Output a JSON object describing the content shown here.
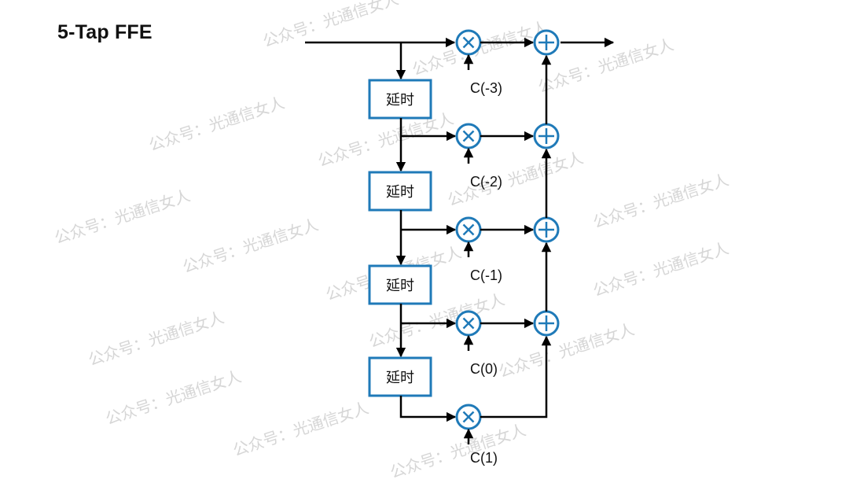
{
  "title": "5-Tap FFE",
  "diagram": {
    "delay_label": "延时",
    "delays": [
      "延时",
      "延时",
      "延时",
      "延时"
    ],
    "coefficients": [
      "C(-3)",
      "C(-2)",
      "C(-1)",
      "C(0)",
      "C(1)"
    ],
    "multiplier_symbol": "×",
    "adder_symbol": "+",
    "colors": {
      "accent": "#1f7ab8",
      "line": "#000000"
    }
  },
  "watermark": {
    "text": "公众号：光通信女人"
  }
}
